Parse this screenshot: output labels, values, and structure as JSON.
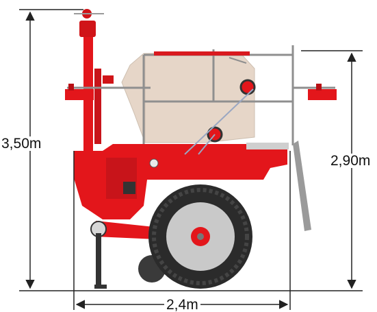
{
  "dimensions": {
    "total_height": "3,50m",
    "hopper_height": "2,90m",
    "width": "2,4m"
  },
  "colors": {
    "machine_red": "#e3161b",
    "machine_red_dark": "#b80f14",
    "hopper": "#e6d6c8",
    "tyre": "#2b2b2b",
    "rim": "#c9c9c9",
    "frame_grey": "#8f8f8f",
    "dimension_line": "#222222"
  },
  "icons": [
    "wheel-icon",
    "disc-icon",
    "arrow-icon"
  ]
}
